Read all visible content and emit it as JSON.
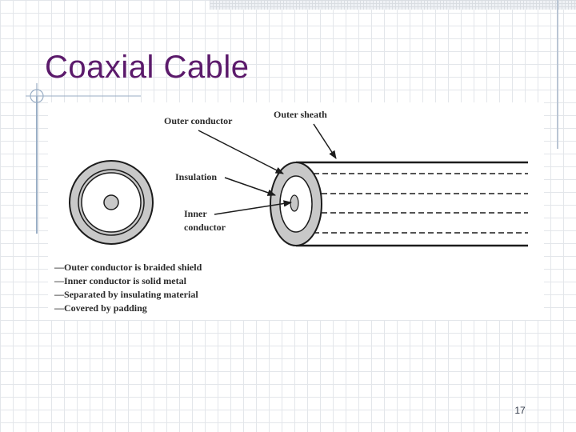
{
  "slide": {
    "title": "Coaxial Cable",
    "page_number": "17"
  },
  "diagram": {
    "labels": {
      "outer_conductor": "Outer conductor",
      "outer_sheath": "Outer sheath",
      "insulation": "Insulation",
      "inner_line1": "Inner",
      "inner_line2": "conductor"
    },
    "bullets": [
      "—Outer conductor is braided shield",
      "—Inner conductor is solid metal",
      "—Separated by insulating material",
      "—Covered by padding"
    ]
  },
  "colors": {
    "title": "#5b1a6b",
    "ring_fill": "#c8c8c8",
    "ink": "#1c1c1c"
  }
}
